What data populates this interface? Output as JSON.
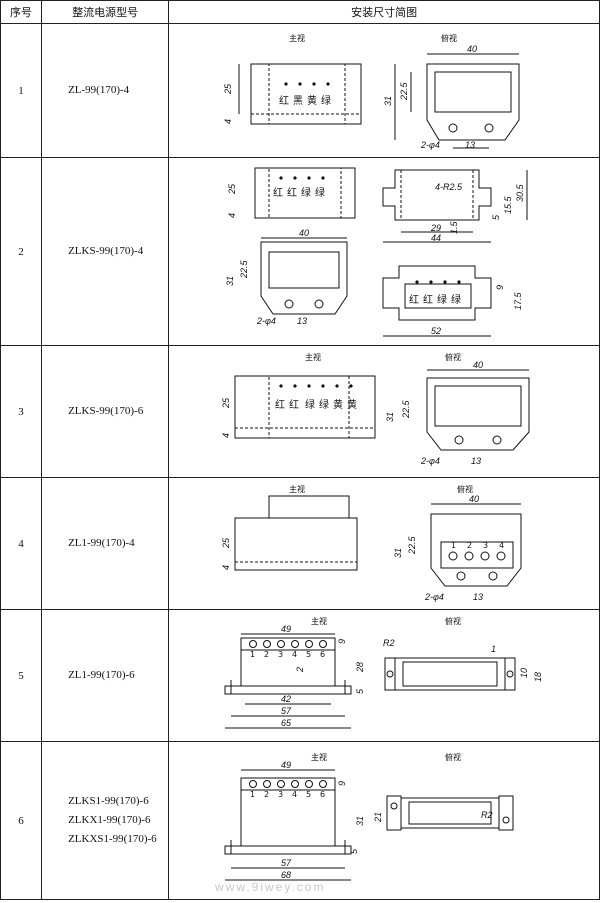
{
  "header": {
    "col_no": "序号",
    "col_model": "整流电源型号",
    "col_drawing": "安装尺寸简图"
  },
  "labels": {
    "front": "主视",
    "top": "俯视"
  },
  "rows": [
    {
      "no": "1",
      "models": [
        "ZL-99(170)-4"
      ],
      "leds": [
        "红",
        "黑",
        "黄",
        "绿"
      ],
      "dims": {
        "top_width": "40",
        "height_body": "22.5",
        "height_total": "31",
        "front_h": "25",
        "foot": "4",
        "holes": "2-φ4",
        "hole_spacing": "13"
      }
    },
    {
      "no": "2",
      "models": [
        "ZLKS-99(170)-4"
      ],
      "leds": [
        "红",
        "红",
        "绿",
        "绿"
      ],
      "leds_b": [
        "红",
        "红",
        "绿",
        "绿"
      ],
      "dims": {
        "front_h": "25",
        "foot": "4",
        "r": "4-R2.5",
        "h_total": "30.5",
        "h_mid": "15.5",
        "h_low": "5",
        "w_inner": "29",
        "t": "1.5",
        "w_outer": "44",
        "top_width": "40",
        "height_body": "22.5",
        "height_total": "31",
        "holes": "2-φ4",
        "hole_spacing": "13",
        "h_b": "9",
        "h_b2": "17.5",
        "w_b": "52"
      }
    },
    {
      "no": "3",
      "models": [
        "ZLKS-99(170)-6"
      ],
      "leds": [
        "红",
        "红",
        "绿",
        "绿",
        "黄",
        "黄"
      ],
      "dims": {
        "top_width": "40",
        "height_body": "22.5",
        "height_total": "31",
        "front_h": "25",
        "foot": "4",
        "holes": "2-φ4",
        "hole_spacing": "13"
      }
    },
    {
      "no": "4",
      "models": [
        "ZL1-99(170)-4"
      ],
      "terminals": [
        "1",
        "2",
        "3",
        "4"
      ],
      "dims": {
        "top_width": "40",
        "height_body": "22.5",
        "height_total": "31",
        "front_h": "25",
        "foot": "4",
        "holes": "2-φ4",
        "hole_spacing": "13"
      }
    },
    {
      "no": "5",
      "models": [
        "ZL1-99(170)-6"
      ],
      "terminals": [
        "1",
        "2",
        "3",
        "4",
        "5",
        "6"
      ],
      "dims": {
        "w_top": "49",
        "h_term": "9",
        "h_body": "28",
        "h_mid": "2",
        "h_foot": "5",
        "w_42": "42",
        "w_57": "57",
        "w_65": "65",
        "r": "R2",
        "t": "1",
        "h_10": "10",
        "h_18": "18"
      }
    },
    {
      "no": "6",
      "models": [
        "ZLKS1-99(170)-6",
        "ZLKX1-99(170)-6",
        "ZLKXS1-99(170)-6"
      ],
      "terminals": [
        "1",
        "2",
        "3",
        "4",
        "5",
        "6"
      ],
      "dims": {
        "w_top": "49",
        "h_term": "9",
        "h_body": "31",
        "h_foot": "5",
        "w_57": "57",
        "w_68": "68",
        "h_21": "21",
        "r": "R2"
      }
    }
  ],
  "watermark": "www.9iwey.com"
}
